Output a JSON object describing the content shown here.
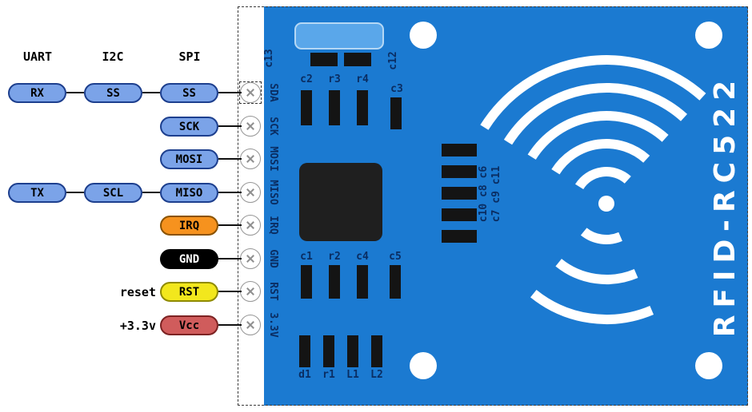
{
  "board": {
    "name": "RFID-RC522",
    "color_blue": "#1b7ad1",
    "silk_text_color": "#0a2d62"
  },
  "colors": {
    "pill_blue": "#7ba3e8",
    "pill_orange": "#f6921e",
    "pill_black": "#000000",
    "pill_yellow": "#f2e71d",
    "pill_red": "#d05c5c"
  },
  "pinout": {
    "headers": [
      "UART",
      "I2C",
      "SPI"
    ],
    "rows": [
      {
        "pin": "SDA",
        "pills": [
          "RX",
          "SS",
          "SS"
        ]
      },
      {
        "pin": "SCK",
        "pills": [
          "SCK"
        ]
      },
      {
        "pin": "MOSI",
        "pills": [
          "MOSI"
        ]
      },
      {
        "pin": "MISO",
        "pills": [
          "TX",
          "SCL",
          "MISO"
        ]
      },
      {
        "pin": "IRQ",
        "pills": [
          "IRQ"
        ]
      },
      {
        "pin": "GND",
        "pills": [
          "GND"
        ]
      },
      {
        "pin": "RST",
        "pills": [
          "RST"
        ],
        "note": "reset"
      },
      {
        "pin": "3.3V",
        "pills": [
          "Vcc"
        ],
        "note": "+3.3v"
      }
    ]
  },
  "silkscreen": {
    "c13": "c13",
    "c2": "c2",
    "r3": "r3",
    "r4": "r4",
    "c12": "c12",
    "c3": "c3",
    "c1": "c1",
    "r2": "r2",
    "c4": "c4",
    "c5": "c5",
    "d1": "d1",
    "r1": "r1",
    "l1": "L1",
    "l2": "L2",
    "cap_col_inner": "c10 c8 c6",
    "cap_col_outer": "c7 c9 c11"
  }
}
